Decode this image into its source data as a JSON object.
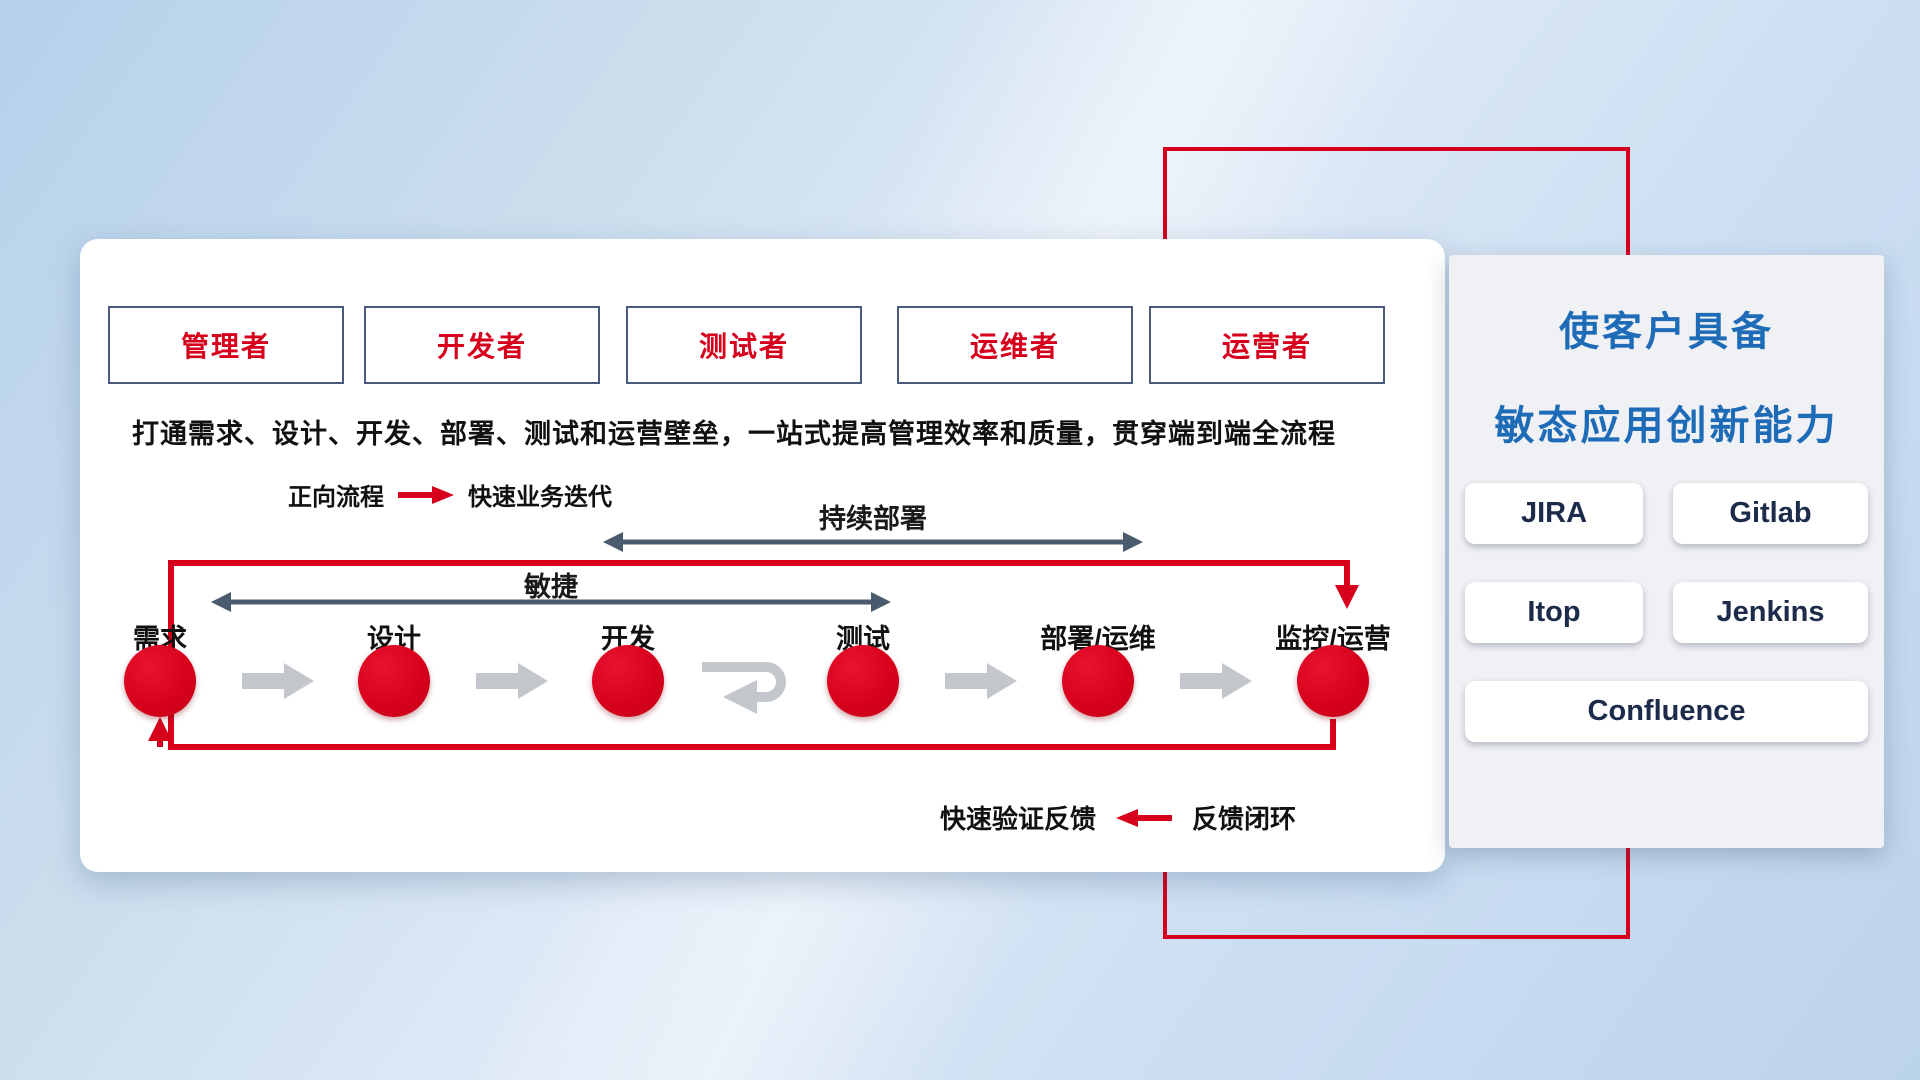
{
  "colors": {
    "red": "#d6001c",
    "dark_arrow": "#4a5b6e",
    "blue_title": "#1e6cb8",
    "navy_button_text": "#1c2b4a",
    "role_border": "#4a5a7d"
  },
  "roles": [
    {
      "label": "管理者"
    },
    {
      "label": "开发者"
    },
    {
      "label": "测试者"
    },
    {
      "label": "运维者"
    },
    {
      "label": "运营者"
    }
  ],
  "description": "打通需求、设计、开发、部署、测试和运营壁垒，一站式提高管理效率和质量，贯穿端到端全流程",
  "legend": {
    "forward_label": "正向流程",
    "forward_desc": "快速业务迭代"
  },
  "flow": {
    "continuous_deploy_label": "持续部署",
    "agile_label": "敏捷",
    "nodes": [
      "需求",
      "设计",
      "开发",
      "测试",
      "部署/运维",
      "监控/运营"
    ],
    "feedback_desc": "快速验证反馈",
    "feedback_label": "反馈闭环"
  },
  "side_panel": {
    "title_line1": "使客户具备",
    "title_line2": "敏态应用创新能力",
    "tools": [
      "JIRA",
      "Gitlab",
      "Itop",
      "Jenkins",
      "Confluence"
    ]
  }
}
